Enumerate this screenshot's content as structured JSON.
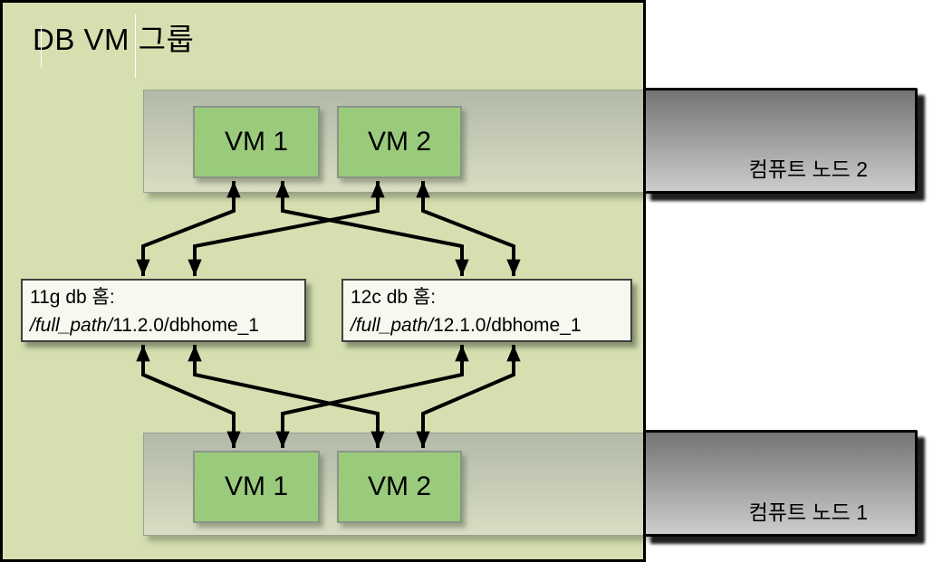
{
  "group_title": "DB VM 그룹",
  "compute_node_top": {
    "label": "컴퓨트 노드 2"
  },
  "compute_node_bottom": {
    "label": "컴퓨트 노드 1"
  },
  "vms_top": [
    {
      "label": "VM 1"
    },
    {
      "label": "VM 2"
    }
  ],
  "vms_bottom": [
    {
      "label": "VM 1"
    },
    {
      "label": "VM 2"
    }
  ],
  "db_homes": [
    {
      "name": "11g",
      "title": "11g db 홈:",
      "path_italic": "/full_path/",
      "path_rest": "11.2.0/dbhome_1"
    },
    {
      "name": "12c",
      "title": "12c db 홈:",
      "path_italic": "/full_path/",
      "path_rest": "12.1.0/dbhome_1"
    }
  ],
  "connections": [
    {
      "from": "node2-vm1",
      "to": "11g-db-home",
      "bidirectional": true
    },
    {
      "from": "node2-vm1",
      "to": "12c-db-home",
      "bidirectional": true
    },
    {
      "from": "node2-vm2",
      "to": "11g-db-home",
      "bidirectional": true
    },
    {
      "from": "node2-vm2",
      "to": "12c-db-home",
      "bidirectional": true
    },
    {
      "from": "node1-vm1",
      "to": "11g-db-home",
      "bidirectional": true
    },
    {
      "from": "node1-vm1",
      "to": "12c-db-home",
      "bidirectional": true
    },
    {
      "from": "node1-vm2",
      "to": "11g-db-home",
      "bidirectional": true
    },
    {
      "from": "node1-vm2",
      "to": "12c-db-home",
      "bidirectional": true
    }
  ],
  "colors": {
    "group_fill": "#d5dfb0",
    "vm_fill": "#9acb7d",
    "bar_inner_top": "#b2b9a8",
    "bar_inner_bottom": "#d9ddc3",
    "bar_outer_top": "#747474",
    "bar_outer_bottom": "#cccccc",
    "db_home_fill": "#f7f8ef",
    "arrow": "#000000"
  }
}
